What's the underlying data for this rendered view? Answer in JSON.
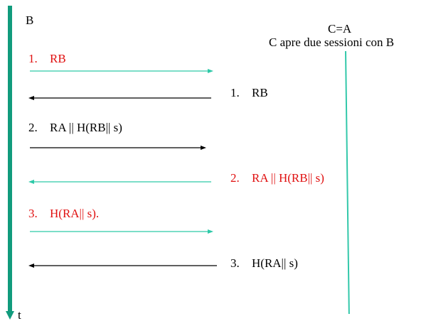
{
  "labels": {
    "b_actor": "B",
    "time_axis": "t",
    "c_title_line1": "C=A",
    "c_title_line2": "C apre due sessioni con B"
  },
  "messages": [
    {
      "num": "1.",
      "text": "RB",
      "color": "#e01010",
      "direction": "right",
      "arrow_color": "#2dc9a8"
    },
    {
      "num": "1.",
      "text": "RB",
      "color": "#000000",
      "direction": "left",
      "arrow_color": "#000000"
    },
    {
      "num": "2.",
      "text": "RA || H(RB|| s)",
      "color": "#000000",
      "direction": "right",
      "arrow_color": "#000000"
    },
    {
      "num": "2.",
      "text": "RA || H(RB|| s)",
      "color": "#e01010",
      "direction": "left",
      "arrow_color": "#2dc9a8"
    },
    {
      "num": "3.",
      "text": "H(RA|| s).",
      "color": "#e01010",
      "direction": "right",
      "arrow_color": "#2dc9a8"
    },
    {
      "num": "3.",
      "text": "H(RA|| s)",
      "color": "#000000",
      "direction": "left",
      "arrow_color": "#000000"
    }
  ],
  "colors": {
    "timeline": "#119b7d",
    "c_line": "#33c8aa",
    "accent_red": "#e01010",
    "arrow_teal": "#2dc9a8"
  }
}
